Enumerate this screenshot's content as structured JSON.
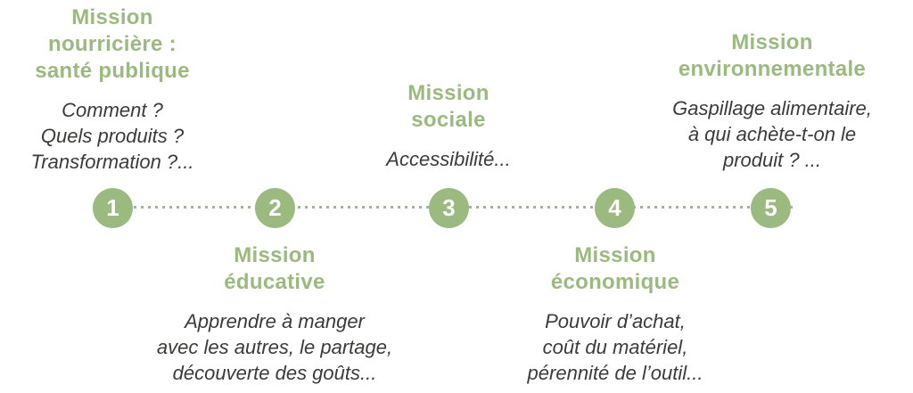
{
  "colors": {
    "accent_green": "#9aba7f",
    "dot_line": "#a7b1a0",
    "text_dark": "#3b3b3a",
    "number_text": "#ffffff"
  },
  "timeline": {
    "steps": [
      {
        "number": "1",
        "side": "above",
        "title": "Mission\nnourricière :\nsanté publique",
        "description": "Comment ?\nQuels produits ?\nTransformation ?..."
      },
      {
        "number": "2",
        "side": "below",
        "title": "Mission\néducative",
        "description": "Apprendre à manger\navec les autres, le partage,\ndécouverte des goûts..."
      },
      {
        "number": "3",
        "side": "above",
        "title": "Mission\nsociale",
        "description": "Accessibilité..."
      },
      {
        "number": "4",
        "side": "below",
        "title": "Mission\néconomique",
        "description": "Pouvoir d’achat,\ncoût du matériel,\npérennité de l’outil..."
      },
      {
        "number": "5",
        "side": "above",
        "title": "Mission\nenvironnementale",
        "description": "Gaspillage alimentaire,\nà qui achète-t-on le\nproduit ? ..."
      }
    ]
  }
}
